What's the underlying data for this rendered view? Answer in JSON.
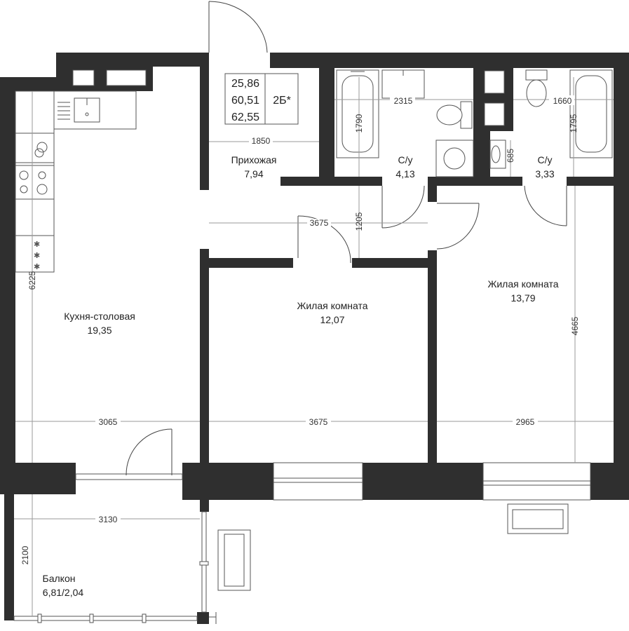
{
  "summary": {
    "areas": [
      "25,86",
      "60,51",
      "62,55"
    ],
    "type": "2Б*"
  },
  "rooms": {
    "hall": {
      "name": "Прихожая",
      "area": "7,94"
    },
    "bath1": {
      "name": "С/у",
      "area": "4,13"
    },
    "bath2": {
      "name": "С/у",
      "area": "3,33"
    },
    "kitchen": {
      "name": "Кухня-столовая",
      "area": "19,35"
    },
    "room1": {
      "name": "Жилая комната",
      "area": "12,07"
    },
    "room2": {
      "name": "Жилая комната",
      "area": "13,79"
    },
    "balcony": {
      "name": "Балкон",
      "area": "6,81/2,04"
    }
  },
  "dimensions": {
    "hall_width": "1850",
    "bath1_width": "2315",
    "bath1_tub": "1790",
    "bath2_width": "1660",
    "bath2_tub": "1795",
    "bath2_sink": "685",
    "corridor_length": "3675",
    "corridor_width": "1205",
    "kitchen_length": "6225",
    "kitchen_width": "3065",
    "room1_width": "3675",
    "room2_width": "2965",
    "room2_length": "4665",
    "balcony_width": "3130",
    "balcony_length": "2100"
  },
  "colors": {
    "wall": "#2f2f2f",
    "dimension_line": "#9a9a9a"
  }
}
